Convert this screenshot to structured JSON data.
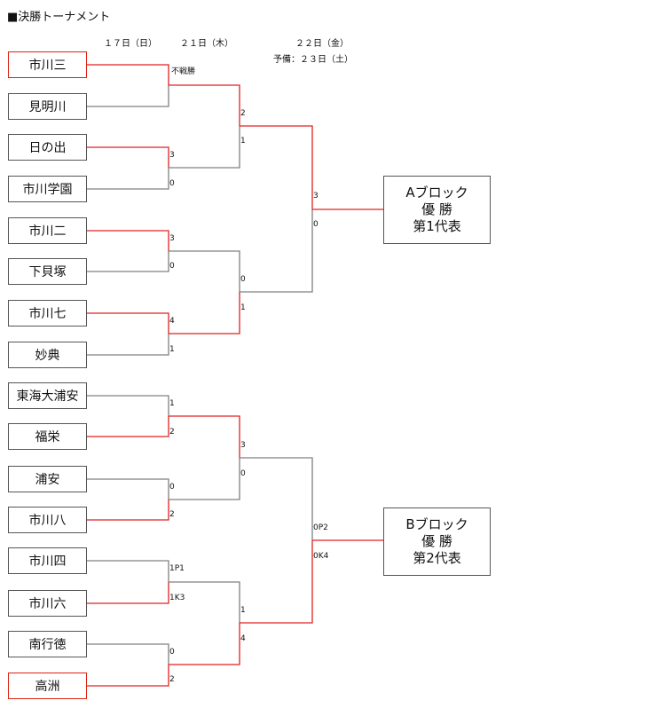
{
  "title": "■決勝トーナメント",
  "dates": {
    "d17": "１７日（日）",
    "d21": "２１日（木）",
    "d22": "２２日（金）",
    "reserve": "予備：２３日（土）"
  },
  "teams": [
    "市川三",
    "見明川",
    "日の出",
    "市川学園",
    "市川二",
    "下貝塚",
    "市川七",
    "妙典",
    "東海大浦安",
    "福栄",
    "浦安",
    "市川八",
    "市川四",
    "市川六",
    "南行徳",
    "高洲"
  ],
  "scores": {
    "walkover": "不戦勝",
    "r1": [
      "3",
      "0",
      "3",
      "0",
      "4",
      "1",
      "1",
      "2",
      "0",
      "2",
      "1P1",
      "1K3",
      "0",
      "2"
    ],
    "r2": [
      "2",
      "1",
      "0",
      "1",
      "3",
      "0",
      "1",
      "4"
    ],
    "r3": [
      "3",
      "0",
      "0P2",
      "0K4"
    ]
  },
  "blocks": [
    {
      "line1": "Aブロック",
      "line2": "優 勝",
      "line3": "第1代表"
    },
    {
      "line1": "Bブロック",
      "line2": "優 勝",
      "line3": "第2代表"
    }
  ],
  "colors": {
    "winner_line": "#e02020",
    "loser_line": "#808080",
    "box_border": "#555555"
  }
}
